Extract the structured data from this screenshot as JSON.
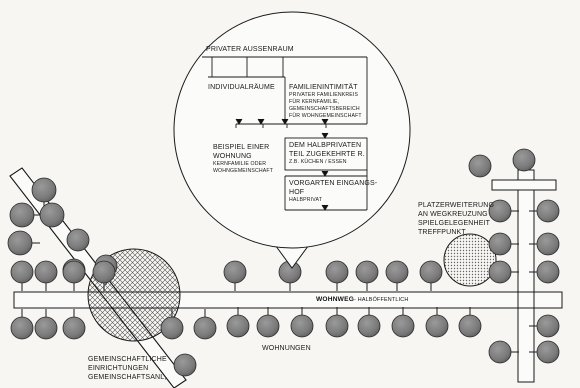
{
  "inset": {
    "private_outdoor": "PRIVATER AUSSENRAUM",
    "individual_rooms": "INDIVIDUALRÄUME",
    "family_intimacy": {
      "title": "FAMILIENINTIMITÄT",
      "lines": [
        "PRIVATER FAMILIENKREIS",
        "FÜR KERNFAMILIE,",
        "GEMEINSCHAFTSBEREICH",
        "FÜR WOHNGEMEINSCHAFT"
      ]
    },
    "example_dwelling": {
      "title_lines": [
        "BEISPIEL EINER",
        "WOHNUNG"
      ],
      "sub_lines": [
        "KERNFAMILIE ODER",
        "WOHNGEMEINSCHAFT"
      ]
    },
    "semi_private_room": {
      "lines": [
        "DEM HALBPRIVATEN",
        "TEIL ZUGEKEHRTE R."
      ],
      "sub": "Z.B. KÜCHEN / ESSEN"
    },
    "front_yard": {
      "lines": [
        "VORGARTEN EINGANGS-",
        "HOF"
      ],
      "sub": "HALBPRIVAT"
    }
  },
  "main": {
    "road_label": "WOHNWEG",
    "road_label_sub": "- HALBÖFFENTLICH",
    "dwellings_label": "WOHNUNGEN",
    "communal_lines": [
      "GEMEINSCHAFTLICHE",
      "EINRICHTUNGEN",
      "GEMEINSCHAFTSANL,"
    ],
    "plaza_lines": [
      "PLATZERWEITERUNG",
      "AN WEGKREUZUNG",
      "SPIELGELEGENHEIT",
      "TREFFPUNKT"
    ]
  }
}
